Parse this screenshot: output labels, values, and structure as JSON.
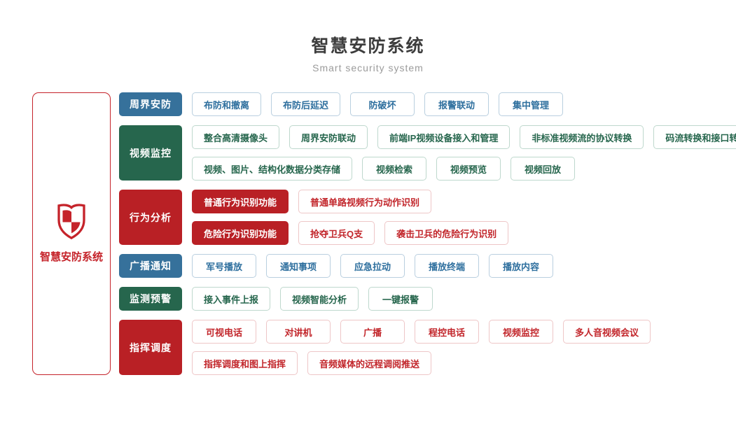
{
  "header": {
    "title": "智慧安防系统",
    "subtitle": "Smart security system"
  },
  "root": {
    "label": "智慧安防系统",
    "icon": "shield-icon"
  },
  "colors": {
    "brand_red": "#c5232a",
    "title": "#3d3d3d",
    "subtitle": "#9b9b9b"
  },
  "themes": {
    "blue": {
      "bg": "#36719b",
      "text": "#2e6f9e",
      "border": "#b9cfdf"
    },
    "green": {
      "bg": "#26664d",
      "text": "#26664d",
      "border": "#bed8cd"
    },
    "red": {
      "bg": "#b92025",
      "text": "#c2262b",
      "border": "#eec6c7"
    }
  },
  "rows": [
    {
      "category": "周界安防",
      "theme": "blue",
      "lines": [
        [
          {
            "label": "布防和撤离"
          },
          {
            "label": "布防后延迟"
          },
          {
            "label": "防破坏"
          },
          {
            "label": "报警联动"
          },
          {
            "label": "集中管理"
          }
        ]
      ]
    },
    {
      "category": "视频监控",
      "theme": "green",
      "lines": [
        [
          {
            "label": "整合高清摄像头"
          },
          {
            "label": "周界安防联动"
          },
          {
            "label": "前端IP视频设备接入和管理"
          },
          {
            "label": "非标准视频流的协议转换"
          },
          {
            "label": "码流转换和接口转换"
          }
        ],
        [
          {
            "label": "视频、图片、结构化数据分类存储"
          },
          {
            "label": "视频检索"
          },
          {
            "label": "视频预览"
          },
          {
            "label": "视频回放"
          }
        ]
      ]
    },
    {
      "category": "行为分析",
      "theme": "red",
      "lines": [
        [
          {
            "label": "普通行为识别功能",
            "style": "solid"
          },
          {
            "label": "普通单路视频行为动作识别"
          }
        ],
        [
          {
            "label": "危险行为识别功能",
            "style": "solid"
          },
          {
            "label": "抢夺卫兵Q支"
          },
          {
            "label": "袭击卫兵的危险行为识别"
          }
        ]
      ]
    },
    {
      "category": "广播通知",
      "theme": "blue",
      "lines": [
        [
          {
            "label": "军号播放"
          },
          {
            "label": "通知事项"
          },
          {
            "label": "应急拉动"
          },
          {
            "label": "播放终端"
          },
          {
            "label": "播放内容"
          }
        ]
      ]
    },
    {
      "category": "监测预警",
      "theme": "green",
      "lines": [
        [
          {
            "label": "接入事件上报"
          },
          {
            "label": "视频智能分析"
          },
          {
            "label": "一键报警"
          }
        ]
      ]
    },
    {
      "category": "指挥调度",
      "theme": "red",
      "lines": [
        [
          {
            "label": "可视电话"
          },
          {
            "label": "对讲机"
          },
          {
            "label": "广播"
          },
          {
            "label": "程控电话"
          },
          {
            "label": "视频监控"
          },
          {
            "label": "多人音视频会议"
          }
        ],
        [
          {
            "label": "指挥调度和图上指挥"
          },
          {
            "label": "音频媒体的远程调阅推送"
          }
        ]
      ]
    }
  ]
}
